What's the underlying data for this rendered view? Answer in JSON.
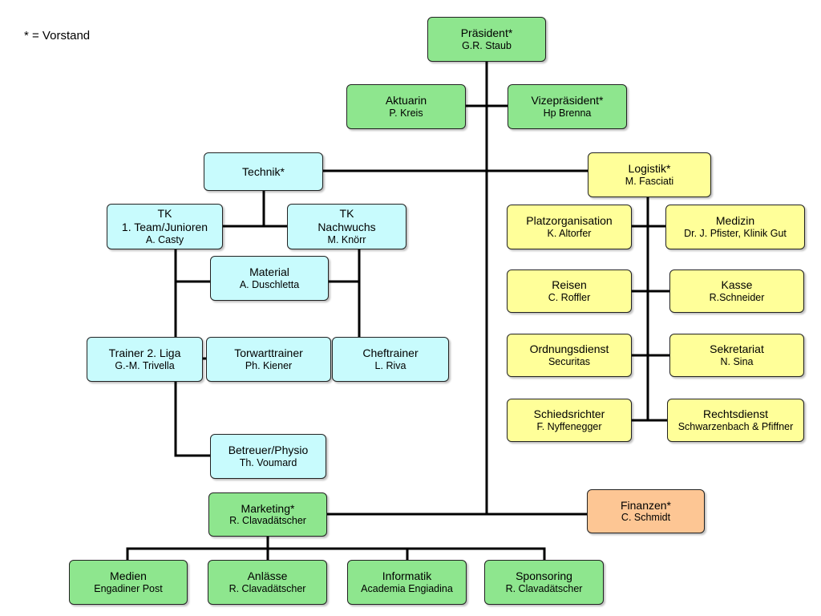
{
  "legend": "* = Vorstand",
  "colors": {
    "board": "#8ee68e",
    "technik": "#c8fbfd",
    "logistik": "#ffff99",
    "finanzen": "#fdc694",
    "line": "#000000"
  },
  "nodes": {
    "praesident": {
      "title": "Präsident*",
      "lines": [
        "G.R. Staub"
      ]
    },
    "aktuarin": {
      "title": "Aktuarin",
      "lines": [
        "P. Kreis"
      ]
    },
    "vizepraesident": {
      "title": "Vizepräsident*",
      "lines": [
        "Hp Brenna"
      ]
    },
    "technik": {
      "title": "Technik*",
      "lines": []
    },
    "logistik": {
      "title": "Logistik*",
      "lines": [
        "M. Fasciati"
      ]
    },
    "tk_team": {
      "title": "TK",
      "lines": [
        "1. Team/Junioren",
        "A. Casty"
      ]
    },
    "tk_nachwuchs": {
      "title": "TK",
      "lines": [
        "Nachwuchs",
        "M. Knörr"
      ]
    },
    "material": {
      "title": "Material",
      "lines": [
        "A. Duschletta"
      ]
    },
    "trainer2": {
      "title": "Trainer 2. Liga",
      "lines": [
        "G.-M. Trivella"
      ]
    },
    "torwarttrainer": {
      "title": "Torwarttrainer",
      "lines": [
        "Ph. Kiener"
      ]
    },
    "cheftrainer": {
      "title": "Cheftrainer",
      "lines": [
        "L. Riva"
      ]
    },
    "betreuer": {
      "title": "Betreuer/Physio",
      "lines": [
        "Th. Voumard"
      ]
    },
    "platzorg": {
      "title": "Platzorganisation",
      "lines": [
        "K. Altorfer"
      ]
    },
    "medizin": {
      "title": "Medizin",
      "lines": [
        "Dr. J. Pfister, Klinik Gut"
      ]
    },
    "reisen": {
      "title": "Reisen",
      "lines": [
        "C. Roffler"
      ]
    },
    "kasse": {
      "title": "Kasse",
      "lines": [
        "R.Schneider"
      ]
    },
    "ordnung": {
      "title": "Ordnungsdienst",
      "lines": [
        "Securitas"
      ]
    },
    "sekretariat": {
      "title": "Sekretariat",
      "lines": [
        "N. Sina"
      ]
    },
    "schiedsrichter": {
      "title": "Schiedsrichter",
      "lines": [
        "F. Nyffenegger"
      ]
    },
    "rechtsdienst": {
      "title": "Rechtsdienst",
      "lines": [
        "Schwarzenbach & Pfiffner"
      ]
    },
    "marketing": {
      "title": "Marketing*",
      "lines": [
        "R. Clavadätscher"
      ]
    },
    "finanzen": {
      "title": "Finanzen*",
      "lines": [
        "C. Schmidt"
      ]
    },
    "medien": {
      "title": "Medien",
      "lines": [
        "Engadiner Post"
      ]
    },
    "anlaesse": {
      "title": "Anlässe",
      "lines": [
        "R. Clavadätscher"
      ]
    },
    "informatik": {
      "title": "Informatik",
      "lines": [
        "Academia Engiadina"
      ]
    },
    "sponsoring": {
      "title": "Sponsoring",
      "lines": [
        "R. Clavadätscher"
      ]
    }
  }
}
